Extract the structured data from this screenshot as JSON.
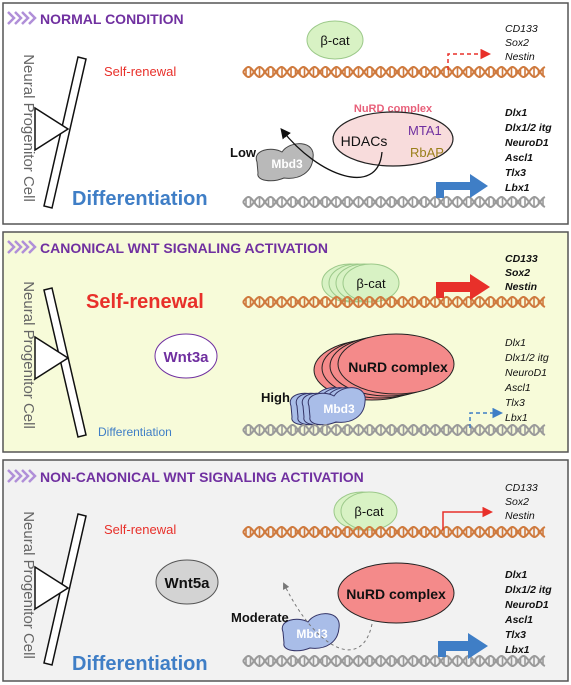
{
  "colors": {
    "panel_border": "#555555",
    "panel1_bg": "#ffffff",
    "panel2_bg": "#f7fbd9",
    "panel3_bg": "#f2f2f2",
    "title_purple": "#7030a0",
    "chevron": "#b08fd8",
    "self_renewal_red": "#e8302a",
    "differentiation_blue": "#3f7ec6",
    "dna_orange": "#cf7a3e",
    "dna_gray": "#9a9a9a",
    "bcat_green": "#d8f2c4",
    "nurd_red": "#f48a8a",
    "mbd3_gray": "#b9b9b9",
    "mbd3_blue": "#a9bde8",
    "wnt_gray": "#d3d3d3"
  },
  "panels": [
    {
      "title": "NORMAL CONDITION",
      "side_label": "Neural Progenitor Cell",
      "self_renewal": "Self-renewal",
      "differentiation": "Differentiation",
      "bcat": "β-cat",
      "top_genes": [
        "CD133",
        "Sox2",
        "Nestin"
      ],
      "bottom_genes": [
        "Dlx1",
        "Dlx1/2 itg",
        "NeuroD1",
        "Ascl1",
        "Tlx3",
        "Lbx1"
      ],
      "nurd_label": "NuRD complex",
      "hdacs": "HDACs",
      "mta1": "MTA1",
      "rbap": "RbAP",
      "mbd3": "Mbd3",
      "level": "Low"
    },
    {
      "title": "CANONICAL WNT SIGNALING ACTIVATION",
      "side_label": "Neural Progenitor Cell",
      "self_renewal": "Self-renewal",
      "differentiation": "Differentiation",
      "bcat": "β-cat",
      "wnt": "Wnt3a",
      "top_genes": [
        "CD133",
        "Sox2",
        "Nestin"
      ],
      "bottom_genes": [
        "Dlx1",
        "Dlx1/2 itg",
        "NeuroD1",
        "Ascl1",
        "Tlx3",
        "Lbx1"
      ],
      "nurd": "NuRD complex",
      "mbd3": "Mbd3",
      "level": "High"
    },
    {
      "title": "NON-CANONICAL WNT SIGNALING ACTIVATION",
      "side_label": "Neural Progenitor Cell",
      "self_renewal": "Self-renewal",
      "differentiation": "Differentiation",
      "bcat": "β-cat",
      "wnt": "Wnt5a",
      "top_genes": [
        "CD133",
        "Sox2",
        "Nestin"
      ],
      "bottom_genes": [
        "Dlx1",
        "Dlx1/2 itg",
        "NeuroD1",
        "Ascl1",
        "Tlx3",
        "Lbx1"
      ],
      "nurd": "NuRD complex",
      "mbd3": "Mbd3",
      "level": "Moderate"
    }
  ]
}
